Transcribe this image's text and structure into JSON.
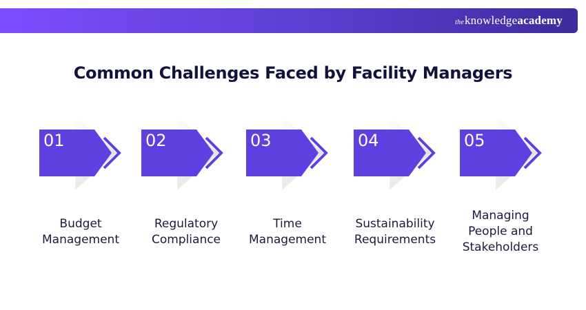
{
  "brand": {
    "prefix": "the",
    "name": "knowledge",
    "suffix": "academy"
  },
  "title": "Common Challenges Faced by Facility Managers",
  "colors": {
    "accent": "#5f3fe0",
    "banner_start": "#7c4dff",
    "banner_end": "#3f2a9e",
    "title": "#12123a"
  },
  "steps": [
    {
      "number": "01",
      "label_lines": [
        "Budget",
        "Management"
      ]
    },
    {
      "number": "02",
      "label_lines": [
        "Regulatory",
        "Compliance"
      ]
    },
    {
      "number": "03",
      "label_lines": [
        "Time",
        "Management"
      ]
    },
    {
      "number": "04",
      "label_lines": [
        "Sustainability",
        "Requirements"
      ]
    },
    {
      "number": "05",
      "label_lines": [
        "Managing",
        "People and",
        "Stakeholders"
      ]
    }
  ]
}
